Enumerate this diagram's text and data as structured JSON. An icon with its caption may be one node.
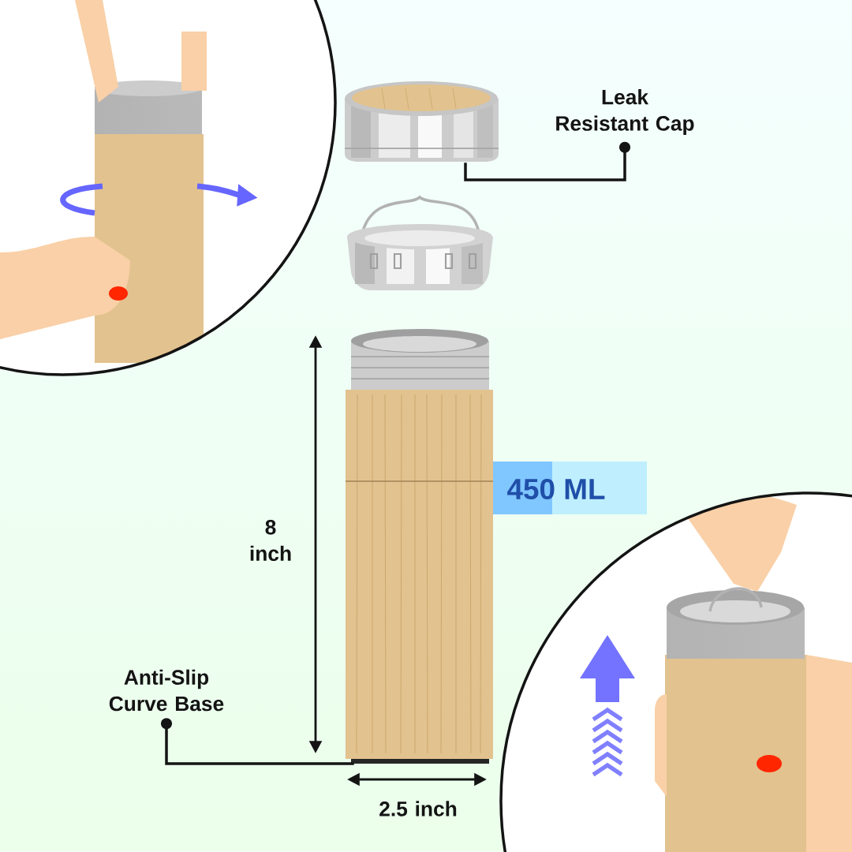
{
  "diagram": {
    "nodes": [
      {
        "text": [
          "Leak Resistant Cap"
        ]
      },
      {
        "text": [],
        "shape": "picture"
      },
      {
        "text": [],
        "shape": "picture"
      },
      {
        "text": [
          "450 ML"
        ]
      },
      {
        "text": [
          "Anti-Slip Curve Base"
        ]
      },
      {
        "text": [],
        "shape": "picture"
      }
    ],
    "edges": [
      {
        "from": 0,
        "to": 1,
        "arrow": "other"
      },
      {
        "from": 4,
        "to": 5,
        "arrow": "other"
      }
    ],
    "labels": [
      "8 inch",
      "2.5 inch"
    ]
  }
}
